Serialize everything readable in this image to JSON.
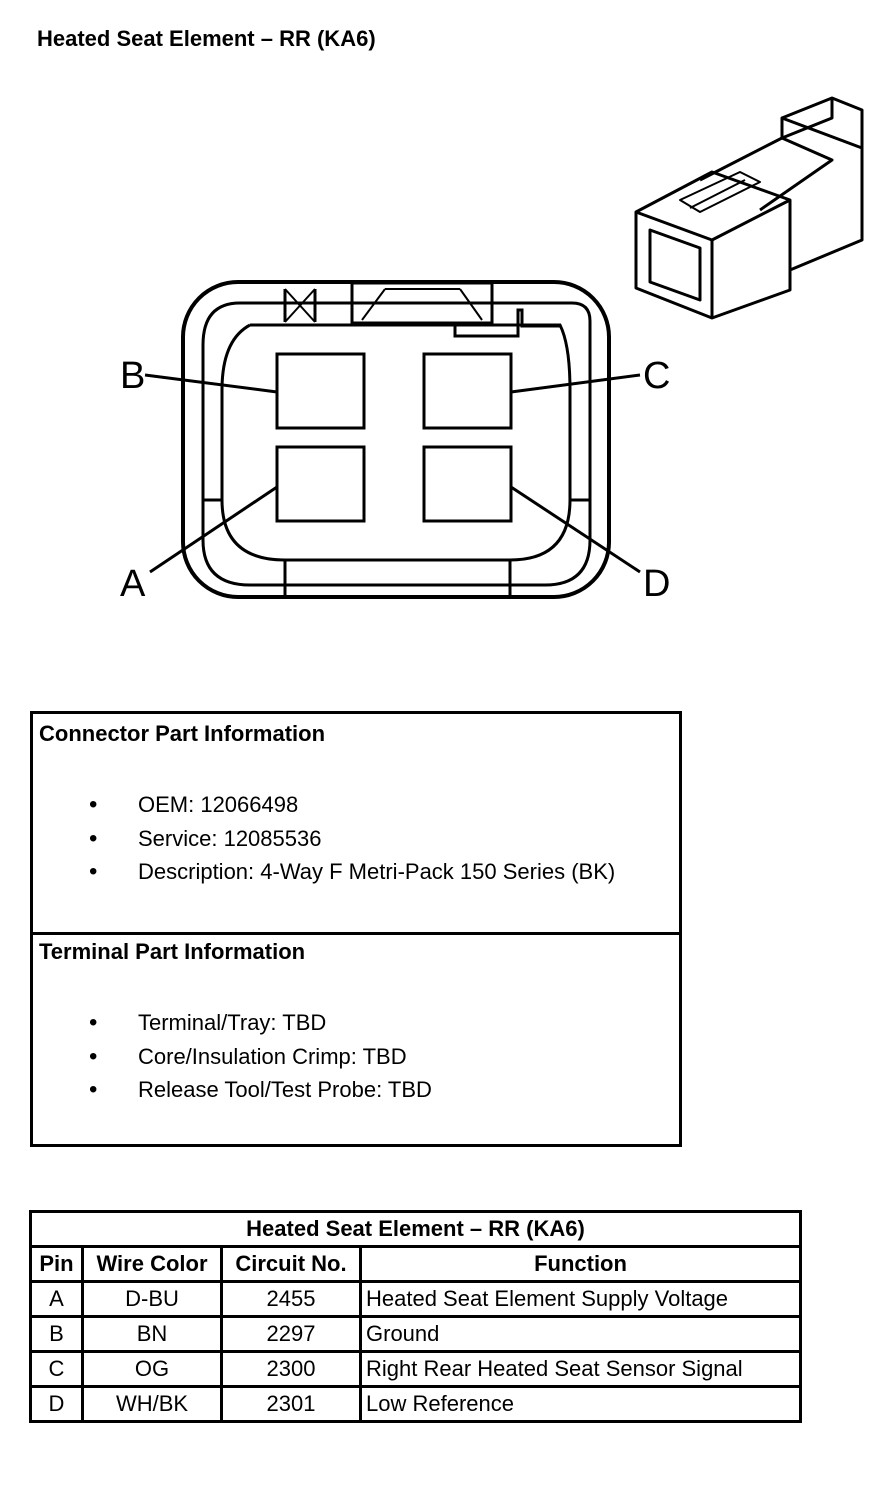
{
  "title": "Heated Seat Element – RR (KA6)",
  "pin_labels": {
    "a": "A",
    "b": "B",
    "c": "C",
    "d": "D"
  },
  "connector_info": {
    "heading": "Connector Part Information",
    "items": [
      "OEM: 12066498",
      "Service: 12085536",
      "Description: 4-Way F Metri-Pack 150 Series (BK)"
    ]
  },
  "terminal_info": {
    "heading": "Terminal Part Information",
    "items": [
      "Terminal/Tray: TBD",
      "Core/Insulation Crimp: TBD",
      "Release Tool/Test Probe: TBD"
    ]
  },
  "pin_table": {
    "caption": "Heated Seat Element – RR (KA6)",
    "headers": [
      "Pin",
      "Wire Color",
      "Circuit No.",
      "Function"
    ],
    "rows": [
      [
        "A",
        "D-BU",
        "2455",
        "Heated Seat Element Supply Voltage"
      ],
      [
        "B",
        "BN",
        "2297",
        "Ground"
      ],
      [
        "C",
        "OG",
        "2300",
        "Right Rear Heated Seat Sensor Signal"
      ],
      [
        "D",
        "WH/BK",
        "2301",
        "Low Reference"
      ]
    ]
  }
}
